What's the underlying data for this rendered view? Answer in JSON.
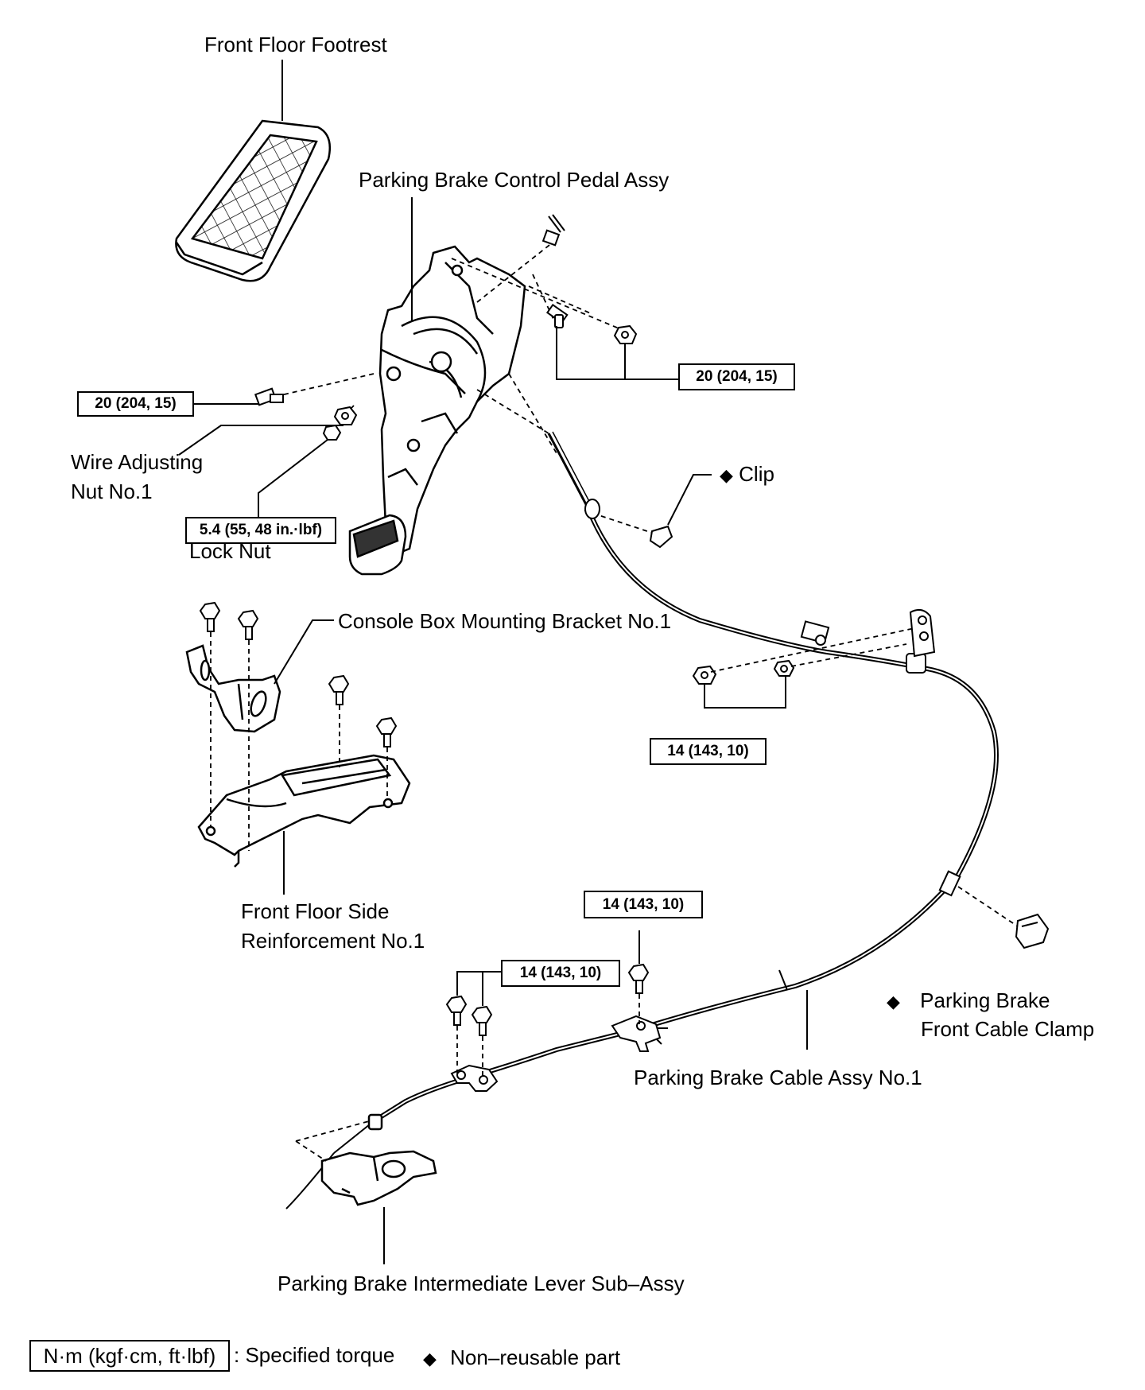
{
  "labels": {
    "front_floor_footrest": "Front Floor Footrest",
    "pedal_assy": "Parking Brake Control Pedal Assy",
    "wire_adjusting_nut_1": "Wire Adjusting",
    "wire_adjusting_nut_2": "Nut No.1",
    "lock_nut": "Lock Nut",
    "clip": "Clip",
    "console_bracket": "Console Box Mounting Bracket No.1",
    "floor_reinf_1": "Front Floor Side",
    "floor_reinf_2": "Reinforcement No.1",
    "front_cable_clamp_1": "Parking Brake",
    "front_cable_clamp_2": "Front Cable Clamp",
    "cable_assy": "Parking Brake Cable Assy No.1",
    "intermediate_lever": "Parking Brake Intermediate Lever Sub–Assy"
  },
  "torques": {
    "pedal_top_right": "20 (204, 15)",
    "pedal_left": "20 (204, 15)",
    "lock_nut": "5.4 (55, 48 in.·lbf)",
    "cable_nuts": "14 (143, 10)",
    "lower_bolt_right": "14 (143, 10)",
    "lower_bolts_left": "14 (143, 10)"
  },
  "legend": {
    "unit_box": "N·m (kgf·cm, ft·lbf)",
    "specified": ": Specified torque",
    "non_reusable": "Non–reusable part"
  },
  "symbols": {
    "non_reusable_marker": "◆"
  }
}
